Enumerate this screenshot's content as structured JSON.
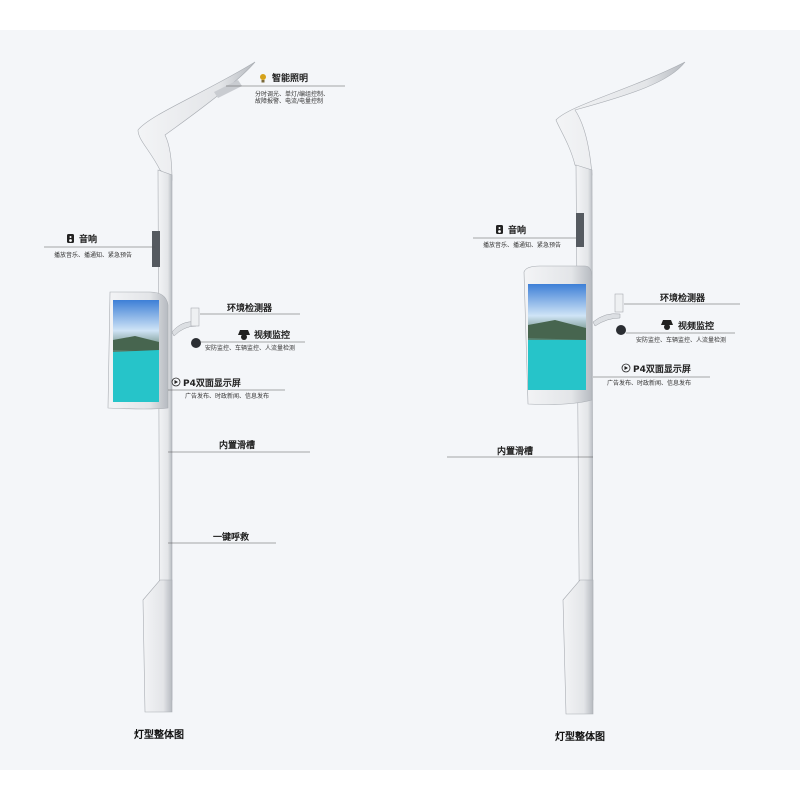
{
  "left_pole": {
    "lighting": {
      "title": "智能照明",
      "desc1": "分时调光、单灯/编组控制、",
      "desc2": "故障报警、电流/电量控制"
    },
    "audio": {
      "title": "音响",
      "desc": "播放音乐、播通知、紧急预告"
    },
    "env": {
      "title": "环境检测器"
    },
    "video": {
      "title": "视频监控",
      "desc": "安防监控、车辆监控、人流量检测"
    },
    "screen": {
      "title": "P4双面显示屏",
      "desc": "广告发布、时政新闻、信息发布"
    },
    "slot": {
      "title": "内置滑槽"
    },
    "sos": {
      "title": "一键呼救"
    },
    "caption": "灯型整体图"
  },
  "right_pole": {
    "audio": {
      "title": "音响",
      "desc": "播放音乐、播通知、紧急预告"
    },
    "env": {
      "title": "环境检测器"
    },
    "video": {
      "title": "视频监控",
      "desc": "安防监控、车辆监控、人流量检测"
    },
    "screen": {
      "title": "P4双面显示屏",
      "desc": "广告发布、时政新闻、信息发布"
    },
    "slot": {
      "title": "内置滑槽"
    },
    "caption": "灯型整体图"
  },
  "icons": [
    "bulb-icon",
    "speaker-icon",
    "camera-icon",
    "play-icon"
  ],
  "colors": {
    "pole": "#e9ebee",
    "pole_shade": "#b9bdc3",
    "bg": "#f4f6f9"
  }
}
